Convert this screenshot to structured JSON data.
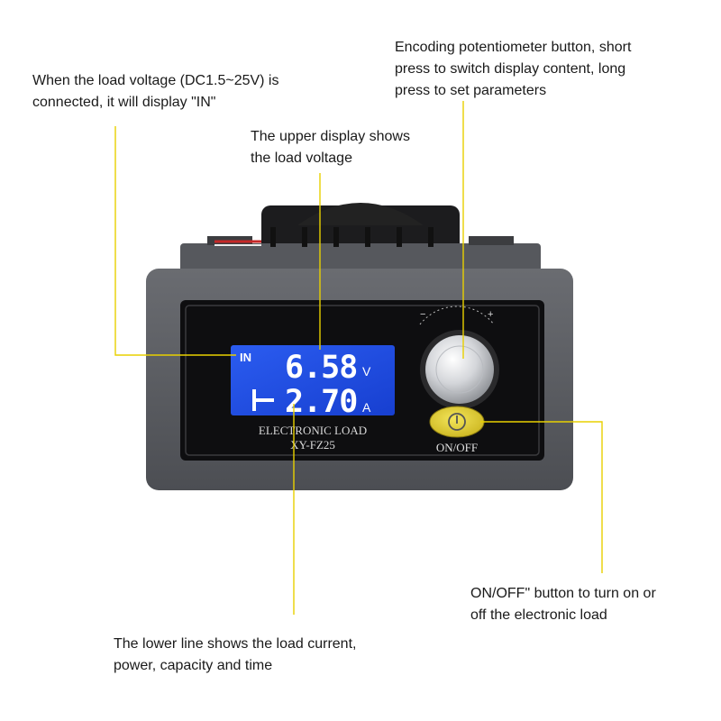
{
  "callouts": {
    "in_indicator": "When the load voltage (DC1.5~25V) is\nconnected, it will display \"IN\"",
    "upper_display": "The upper display shows\nthe load voltage",
    "knob": "Encoding potentiometer button, short\npress to switch display content, long\npress to set parameters",
    "onoff": "ON/OFF\" button to turn on or\noff the electronic load",
    "lower_line": "The lower line shows the load current,\npower, capacity and time"
  },
  "device": {
    "lcd": {
      "in_label": "IN",
      "voltage_value": "6.58",
      "voltage_unit": "V",
      "current_value": "2.70",
      "current_unit": "A"
    },
    "brand_line1": "ELECTRONIC LOAD",
    "brand_line2": "XY-FZ25",
    "onoff_label": "ON/OFF",
    "knob_minus": "−",
    "knob_plus": "+"
  },
  "colors": {
    "callout_line": "#e8d000",
    "lcd_blue": "#1f4ee8",
    "housing_gray": "#5b5d62",
    "panel_black": "#0e0e10",
    "button_yellow": "#e4cf2a"
  }
}
